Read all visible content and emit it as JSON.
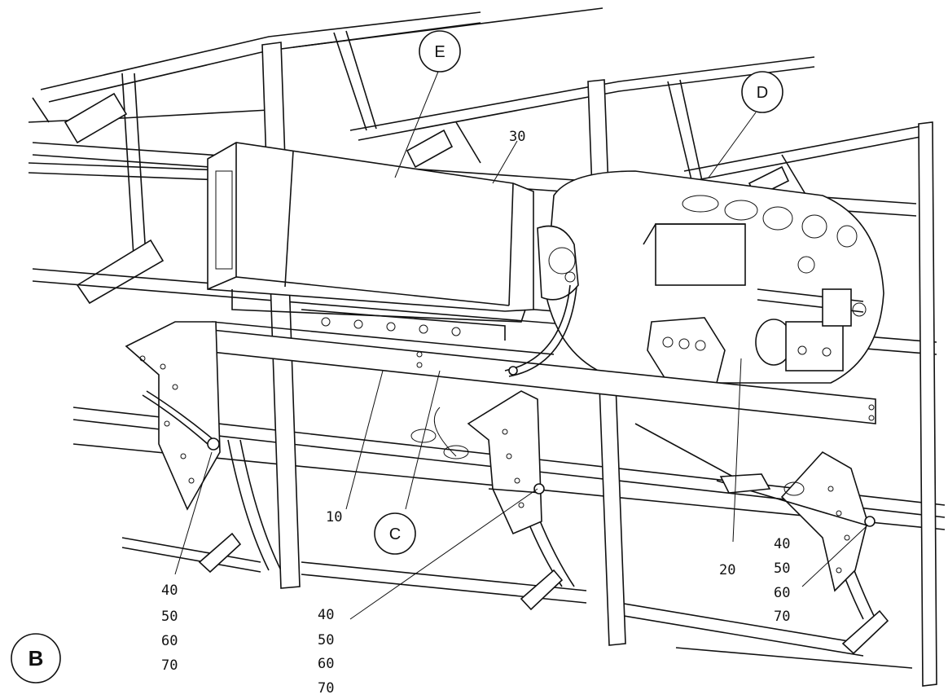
{
  "view_label": "B",
  "callouts": {
    "C": "C",
    "D": "D",
    "E": "E"
  },
  "part_numbers": {
    "n10": "10",
    "n20": "20",
    "n30": "30"
  },
  "fastener_stacks": [
    [
      "40",
      "50",
      "60",
      "70"
    ],
    [
      "40",
      "50",
      "60",
      "70"
    ],
    [
      "40",
      "50",
      "60",
      "70"
    ]
  ]
}
